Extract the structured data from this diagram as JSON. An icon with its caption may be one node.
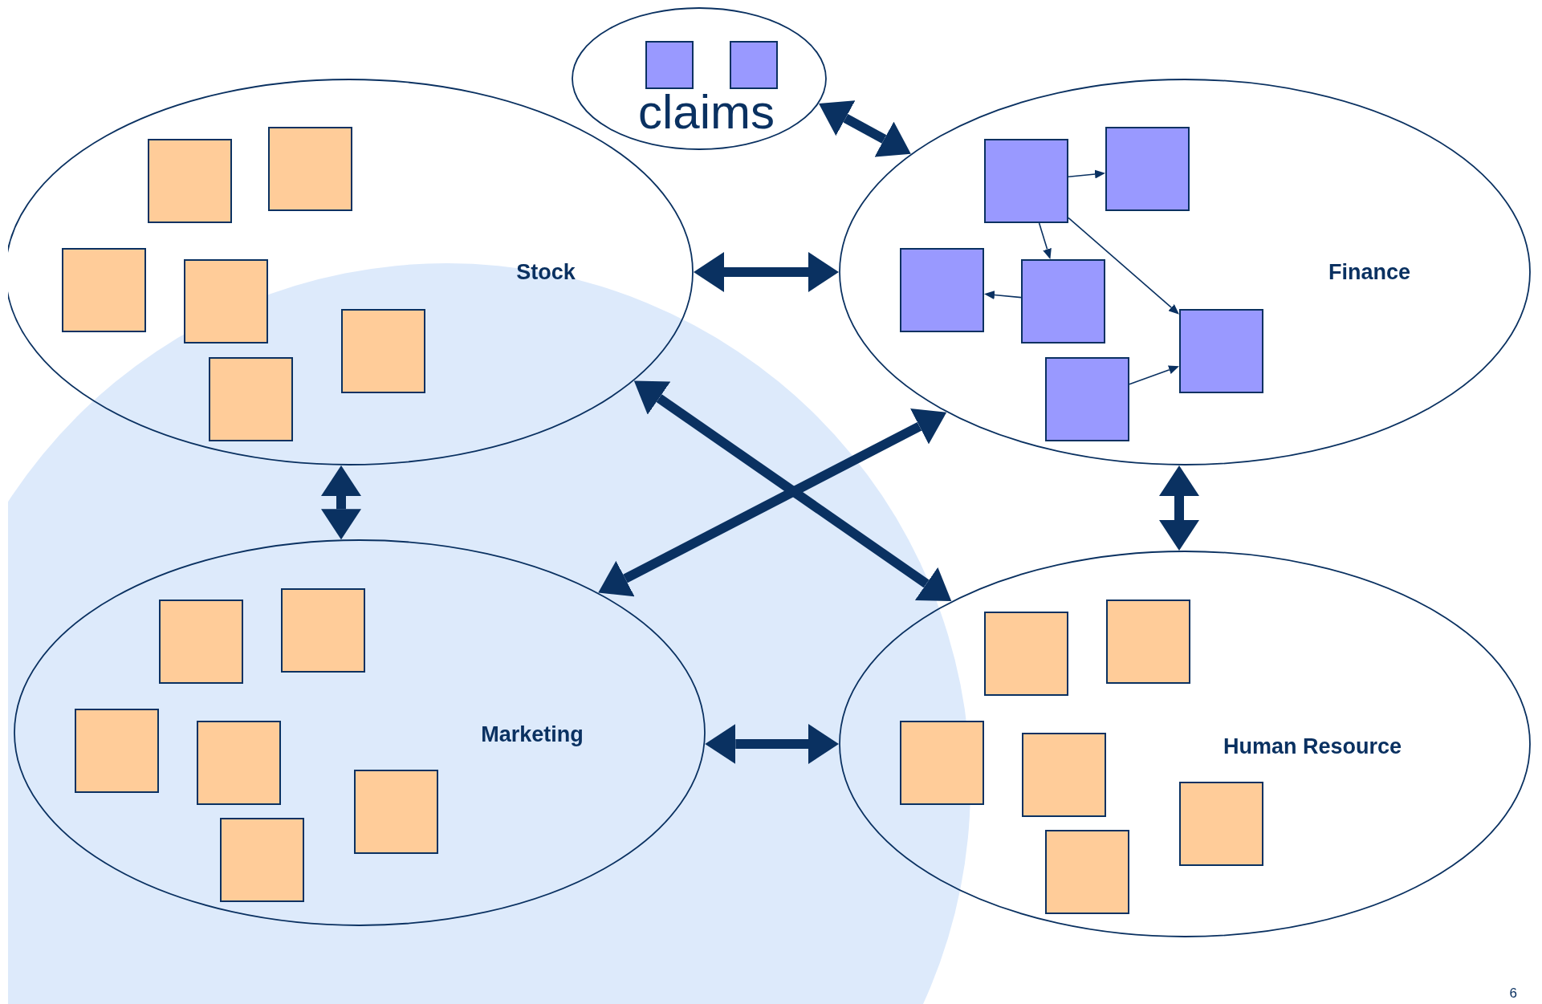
{
  "diagram": {
    "nodes": [
      {
        "text": [
          "claims"
        ]
      },
      {
        "text": [],
        "shape": "box",
        "in": 0
      },
      {
        "text": [],
        "shape": "box",
        "in": 0
      },
      {
        "text": [
          "Stock"
        ]
      },
      {
        "text": [],
        "shape": "box",
        "in": 3
      },
      {
        "text": [],
        "shape": "box",
        "in": 3
      },
      {
        "text": [],
        "shape": "box",
        "in": 3
      },
      {
        "text": [],
        "shape": "box",
        "in": 3
      },
      {
        "text": [],
        "shape": "box",
        "in": 3
      },
      {
        "text": [],
        "shape": "box",
        "in": 3
      },
      {
        "text": [
          "Finance"
        ]
      },
      {
        "text": [],
        "shape": "box",
        "in": 10
      },
      {
        "text": [],
        "shape": "box",
        "in": 10
      },
      {
        "text": [],
        "shape": "box",
        "in": 10
      },
      {
        "text": [],
        "shape": "box",
        "in": 10
      },
      {
        "text": [],
        "shape": "box",
        "in": 10
      },
      {
        "text": [],
        "shape": "box",
        "in": 10
      },
      {
        "text": [
          "Marketing"
        ]
      },
      {
        "text": [],
        "shape": "box",
        "in": 17
      },
      {
        "text": [],
        "shape": "box",
        "in": 17
      },
      {
        "text": [],
        "shape": "box",
        "in": 17
      },
      {
        "text": [],
        "shape": "box",
        "in": 17
      },
      {
        "text": [],
        "shape": "box",
        "in": 17
      },
      {
        "text": [],
        "shape": "box",
        "in": 17
      },
      {
        "text": [
          "Human Resource"
        ]
      },
      {
        "text": [],
        "shape": "box",
        "in": 24
      },
      {
        "text": [],
        "shape": "box",
        "in": 24
      },
      {
        "text": [],
        "shape": "box",
        "in": 24
      },
      {
        "text": [],
        "shape": "box",
        "in": 24
      },
      {
        "text": [],
        "shape": "box",
        "in": 24
      },
      {
        "text": [],
        "shape": "box",
        "in": 24
      }
    ],
    "edges": [
      {
        "from": 0,
        "to": 10,
        "arrow": "both"
      },
      {
        "from": 3,
        "to": 10,
        "arrow": "both"
      },
      {
        "from": 3,
        "to": 17,
        "arrow": "both"
      },
      {
        "from": 3,
        "to": 24,
        "arrow": "both"
      },
      {
        "from": 10,
        "to": 17,
        "arrow": "both"
      },
      {
        "from": 10,
        "to": 24,
        "arrow": "both"
      },
      {
        "from": 17,
        "to": 24,
        "arrow": "both"
      },
      {
        "from": 11,
        "to": 12,
        "arrow": "to"
      },
      {
        "from": 11,
        "to": 14,
        "arrow": "to"
      },
      {
        "from": 14,
        "to": 13,
        "arrow": "to"
      },
      {
        "from": 11,
        "to": 15,
        "arrow": "to"
      },
      {
        "from": 16,
        "to": 15,
        "arrow": "to"
      }
    ],
    "labels": [
      "6"
    ]
  }
}
